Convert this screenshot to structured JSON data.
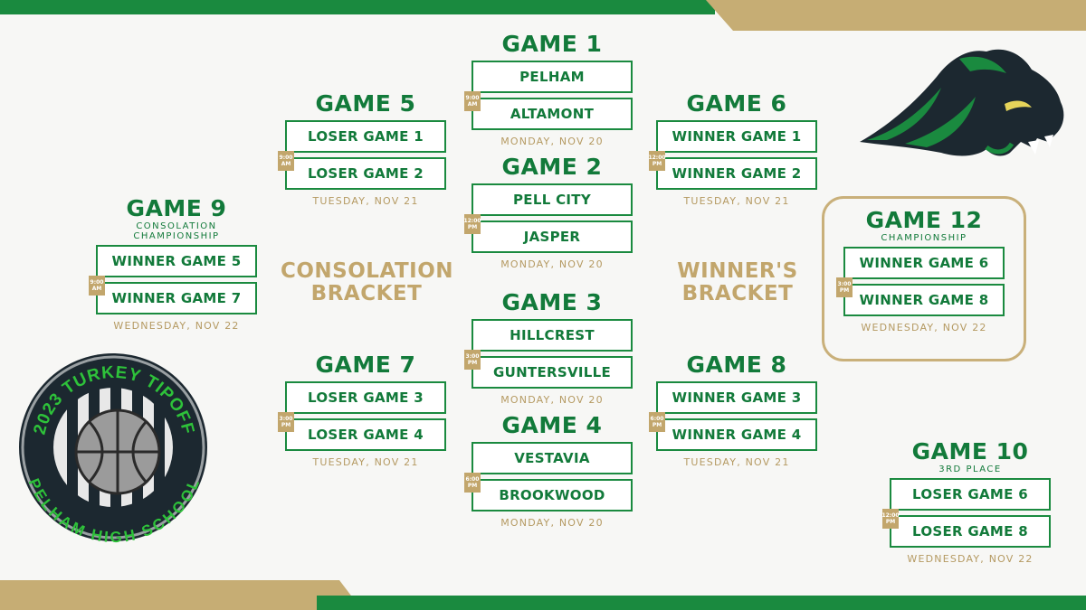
{
  "colors": {
    "green": "#127a3a",
    "gold": "#c2a66c",
    "dark": "#1c2830"
  },
  "labels": {
    "consolation": [
      "CONSOLATION",
      "BRACKET"
    ],
    "winners": [
      "WINNER'S",
      "BRACKET"
    ]
  },
  "logo": {
    "text_top": "2023 TURKEY TIPOFF",
    "text_bottom": "PELHAM HIGH SCHOOL",
    "mascot_icon": "panther-head-icon"
  },
  "games": [
    {
      "id": "g1",
      "title": "GAME 1",
      "teams": [
        "PELHAM",
        "ALTAMONT"
      ],
      "time": [
        "9:00",
        "AM"
      ],
      "date": "MONDAY, NOV 20"
    },
    {
      "id": "g2",
      "title": "GAME 2",
      "teams": [
        "PELL CITY",
        "JASPER"
      ],
      "time": [
        "12:00",
        "PM"
      ],
      "date": "MONDAY, NOV 20"
    },
    {
      "id": "g3",
      "title": "GAME 3",
      "teams": [
        "HILLCREST",
        "GUNTERSVILLE"
      ],
      "time": [
        "3:00",
        "PM"
      ],
      "date": "MONDAY, NOV 20"
    },
    {
      "id": "g4",
      "title": "GAME 4",
      "teams": [
        "VESTAVIA",
        "BROOKWOOD"
      ],
      "time": [
        "6:00",
        "PM"
      ],
      "date": "MONDAY, NOV 20"
    },
    {
      "id": "g5",
      "title": "GAME 5",
      "teams": [
        "LOSER GAME 1",
        "LOSER GAME 2"
      ],
      "time": [
        "9:00",
        "AM"
      ],
      "date": "TUESDAY, NOV 21"
    },
    {
      "id": "g6",
      "title": "GAME 6",
      "teams": [
        "WINNER GAME 1",
        "WINNER GAME 2"
      ],
      "time": [
        "12:00",
        "PM"
      ],
      "date": "TUESDAY, NOV 21"
    },
    {
      "id": "g7",
      "title": "GAME 7",
      "teams": [
        "LOSER GAME 3",
        "LOSER GAME 4"
      ],
      "time": [
        "3:00",
        "PM"
      ],
      "date": "TUESDAY, NOV 21"
    },
    {
      "id": "g8",
      "title": "GAME 8",
      "teams": [
        "WINNER GAME 3",
        "WINNER GAME 4"
      ],
      "time": [
        "6:00",
        "PM"
      ],
      "date": "TUESDAY, NOV 21"
    },
    {
      "id": "g9",
      "title": "GAME 9",
      "subtitle": [
        "CONSOLATION",
        "CHAMPIONSHIP"
      ],
      "teams": [
        "WINNER GAME 5",
        "WINNER GAME 7"
      ],
      "time": [
        "9:00",
        "AM"
      ],
      "date": "WEDNESDAY, NOV 22"
    },
    {
      "id": "g10",
      "title": "GAME 10",
      "subtitle": [
        "3RD PLACE"
      ],
      "teams": [
        "LOSER GAME 6",
        "LOSER GAME 8"
      ],
      "time": [
        "12:00",
        "PM"
      ],
      "date": "WEDNESDAY, NOV 22"
    },
    {
      "id": "g12",
      "title": "GAME 12",
      "subtitle": [
        "CHAMPIONSHIP"
      ],
      "teams": [
        "WINNER GAME 6",
        "WINNER GAME 8"
      ],
      "time": [
        "3:00",
        "PM"
      ],
      "date": "WEDNESDAY, NOV 22"
    }
  ]
}
